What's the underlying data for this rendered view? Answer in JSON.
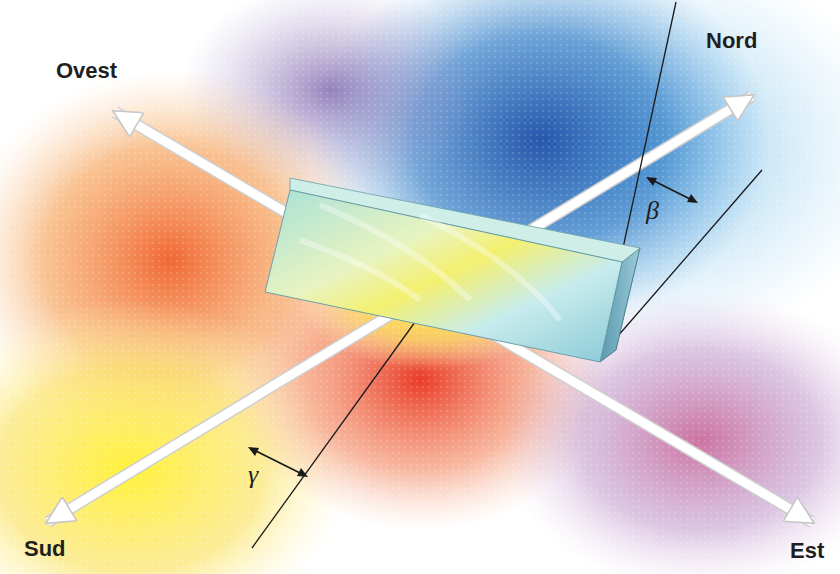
{
  "diagram": {
    "labels": [
      "Ovest",
      "Nord",
      "Sud",
      "Est",
      "β",
      "γ"
    ]
  }
}
